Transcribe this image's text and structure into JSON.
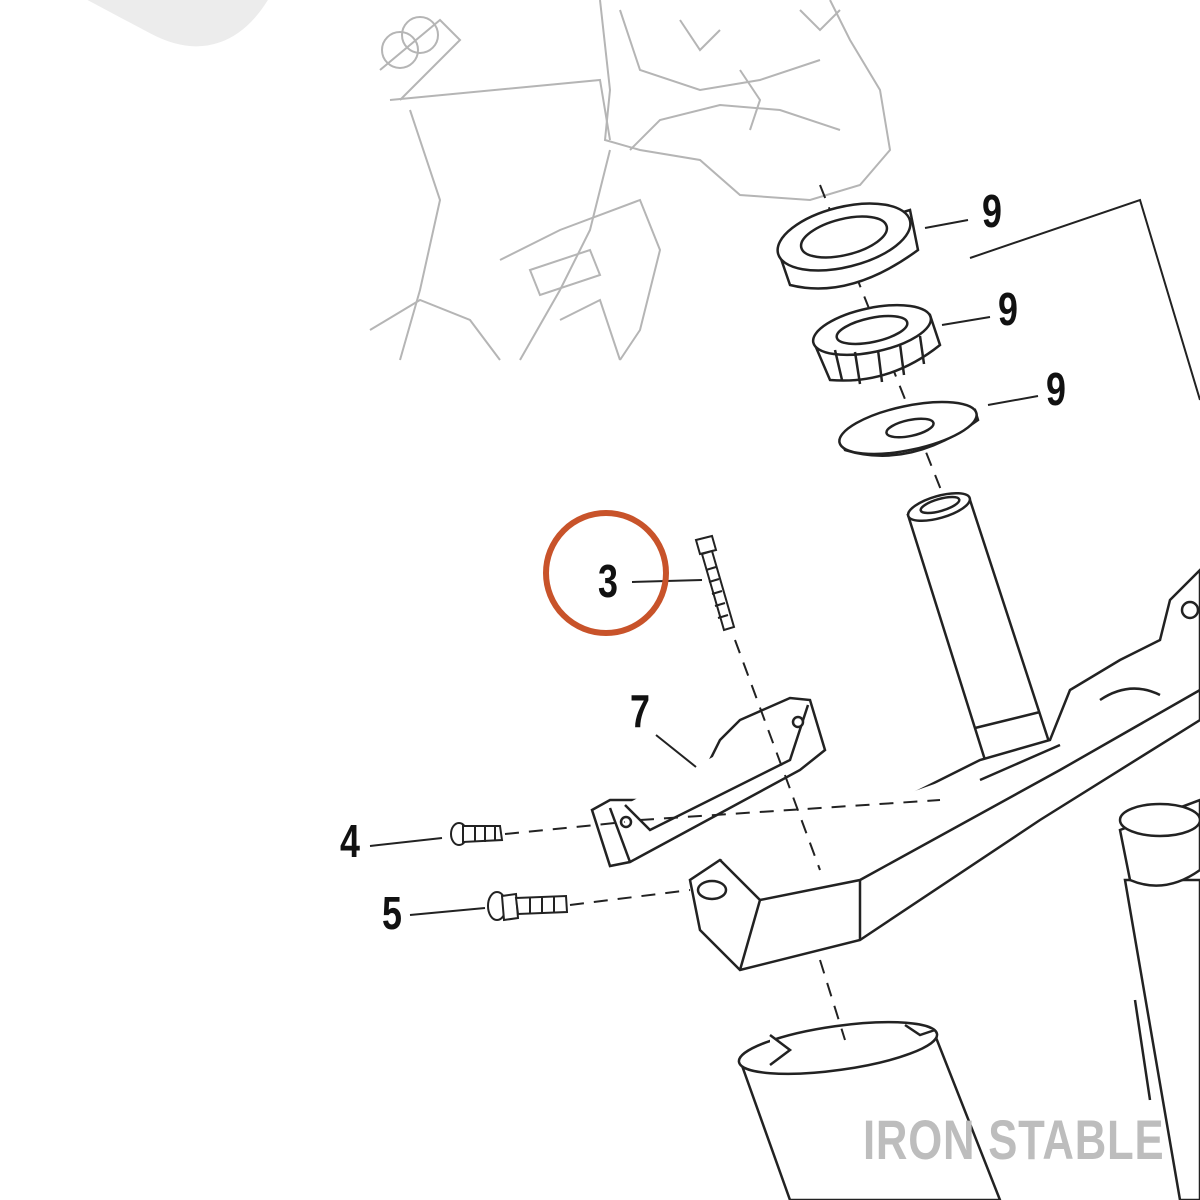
{
  "diagram": {
    "callouts": [
      {
        "id": "9a",
        "label": "9"
      },
      {
        "id": "9b",
        "label": "9"
      },
      {
        "id": "9c",
        "label": "9"
      },
      {
        "id": "3",
        "label": "3"
      },
      {
        "id": "7",
        "label": "7"
      },
      {
        "id": "4",
        "label": "4"
      },
      {
        "id": "5",
        "label": "5"
      }
    ],
    "highlighted_callout": "3",
    "highlight_color": "#c8532a",
    "line_color": "#222222",
    "faded_line_color": "#b5b5b5"
  },
  "watermark": {
    "text": "IRON STABLE",
    "color": "#bdbdbd"
  },
  "background_mark": {
    "text": "UN",
    "color": "#ececec"
  }
}
